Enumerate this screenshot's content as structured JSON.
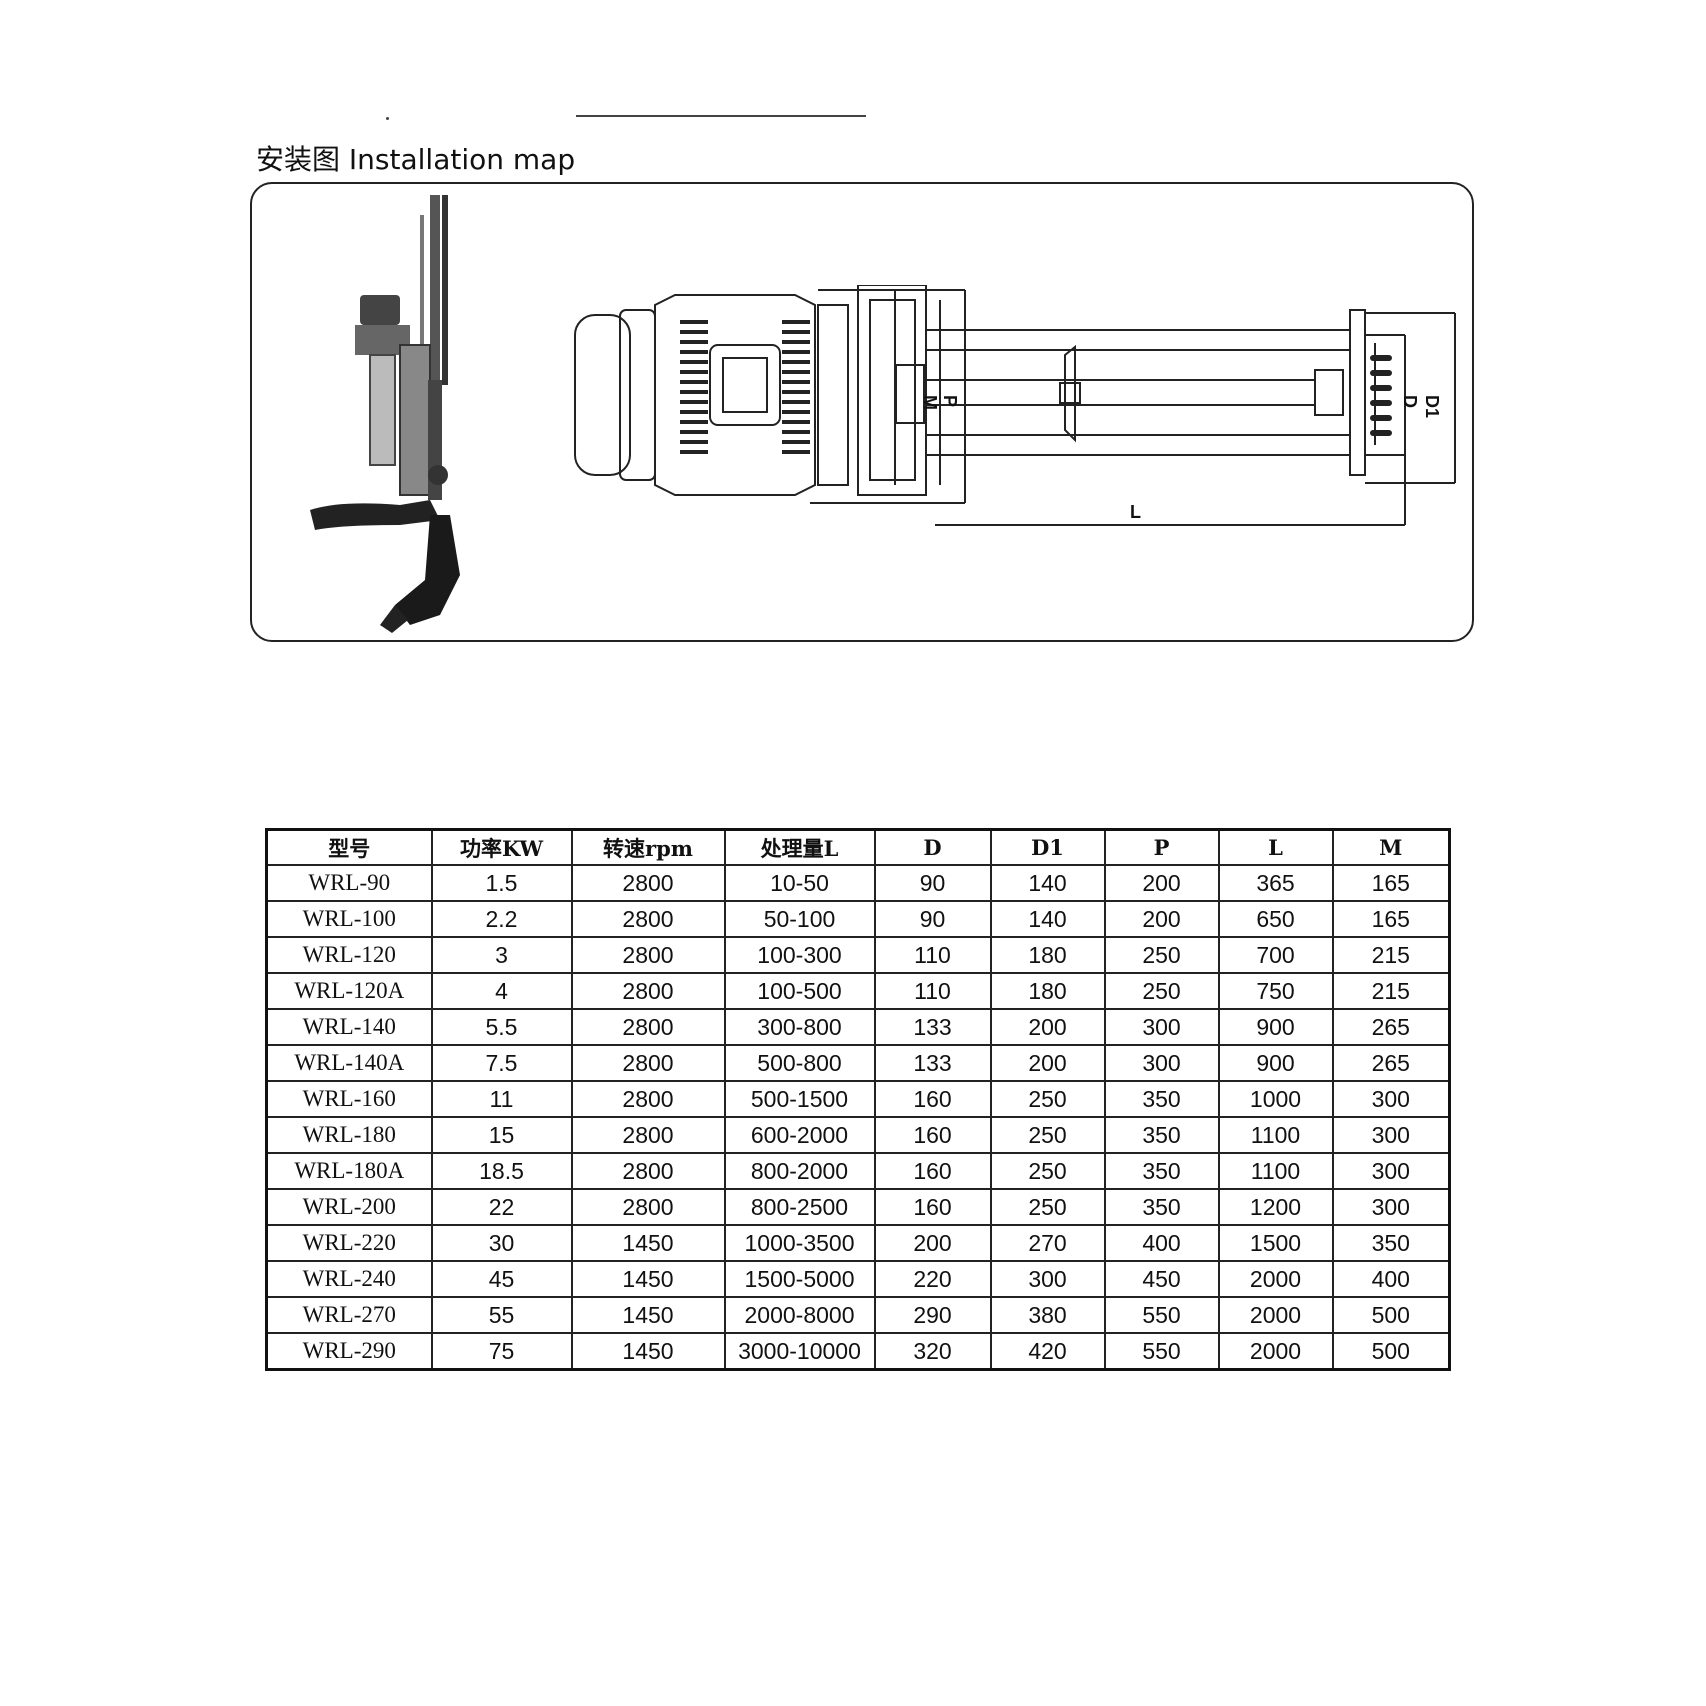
{
  "section": {
    "title": "安装图 Installation map"
  },
  "schematic": {
    "labels": {
      "m": "M",
      "p": "P",
      "d": "D",
      "d1": "D1",
      "l": "L"
    }
  },
  "table": {
    "headers": [
      "型号",
      "功率KW",
      "转速rpm",
      "处理量L",
      "D",
      "D1",
      "P",
      "L",
      "M"
    ],
    "rows": [
      [
        "WRL-90",
        "1.5",
        "2800",
        "10-50",
        "90",
        "140",
        "200",
        "365",
        "165"
      ],
      [
        "WRL-100",
        "2.2",
        "2800",
        "50-100",
        "90",
        "140",
        "200",
        "650",
        "165"
      ],
      [
        "WRL-120",
        "3",
        "2800",
        "100-300",
        "110",
        "180",
        "250",
        "700",
        "215"
      ],
      [
        "WRL-120A",
        "4",
        "2800",
        "100-500",
        "110",
        "180",
        "250",
        "750",
        "215"
      ],
      [
        "WRL-140",
        "5.5",
        "2800",
        "300-800",
        "133",
        "200",
        "300",
        "900",
        "265"
      ],
      [
        "WRL-140A",
        "7.5",
        "2800",
        "500-800",
        "133",
        "200",
        "300",
        "900",
        "265"
      ],
      [
        "WRL-160",
        "11",
        "2800",
        "500-1500",
        "160",
        "250",
        "350",
        "1000",
        "300"
      ],
      [
        "WRL-180",
        "15",
        "2800",
        "600-2000",
        "160",
        "250",
        "350",
        "1100",
        "300"
      ],
      [
        "WRL-180A",
        "18.5",
        "2800",
        "800-2000",
        "160",
        "250",
        "350",
        "1100",
        "300"
      ],
      [
        "WRL-200",
        "22",
        "2800",
        "800-2500",
        "160",
        "250",
        "350",
        "1200",
        "300"
      ],
      [
        "WRL-220",
        "30",
        "1450",
        "1000-3500",
        "200",
        "270",
        "400",
        "1500",
        "350"
      ],
      [
        "WRL-240",
        "45",
        "1450",
        "1500-5000",
        "220",
        "300",
        "450",
        "2000",
        "400"
      ],
      [
        "WRL-270",
        "55",
        "1450",
        "2000-8000",
        "290",
        "380",
        "550",
        "2000",
        "500"
      ],
      [
        "WRL-290",
        "75",
        "1450",
        "3000-10000",
        "320",
        "420",
        "550",
        "2000",
        "500"
      ]
    ]
  }
}
